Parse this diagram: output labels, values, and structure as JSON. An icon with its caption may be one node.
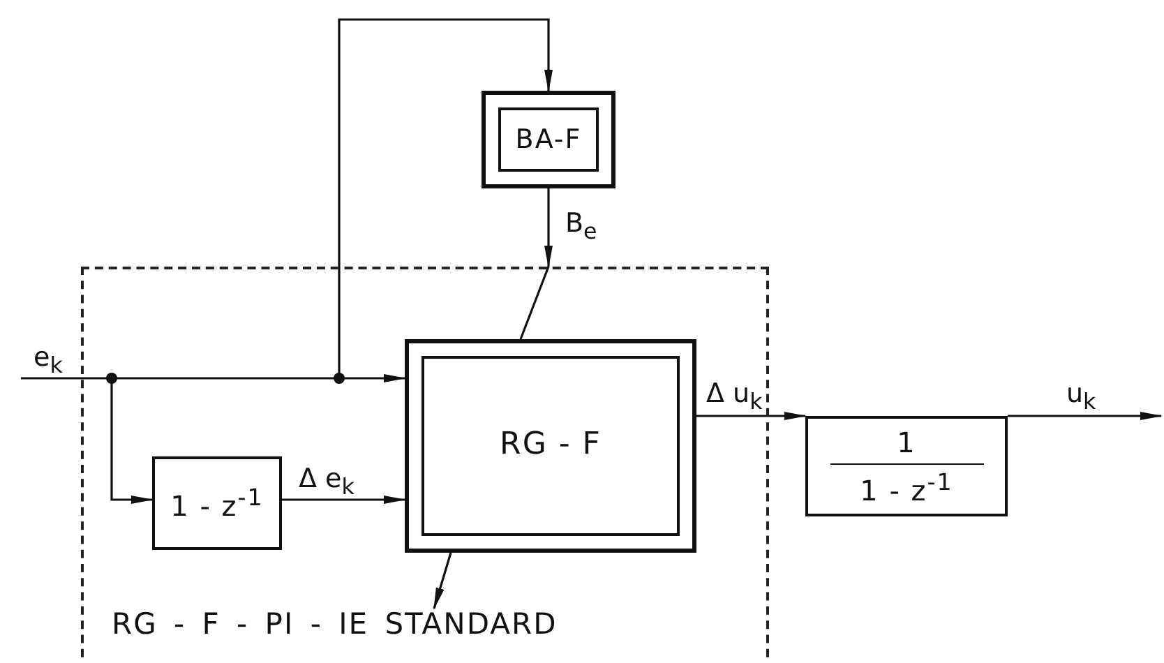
{
  "diagram": {
    "nodes": [
      {
        "text": [],
        "shape": "box"
      },
      {
        "text": [
          "BA-F"
        ]
      },
      {
        "text": [
          "RG - F"
        ],
        "in": 0
      },
      {
        "text": [
          "1 - z$^{-1}$"
        ],
        "in": 0
      },
      {
        "text": [
          "1",
          "1 - z$^{-1}$"
        ]
      },
      {
        "text": [
          "RG - F - PI - IE STANDARD"
        ],
        "in": 0
      }
    ],
    "edges": [
      {
        "from": null,
        "to": 2,
        "arrow": "to",
        "label": "e$_{k}$"
      },
      {
        "from": null,
        "to": 3,
        "arrow": "to"
      },
      {
        "from": null,
        "to": 1,
        "arrow": "to"
      },
      {
        "from": 3,
        "to": 2,
        "arrow": "to",
        "label": "Δ e$_{k}$"
      },
      {
        "from": 1,
        "to": 0,
        "arrow": "to",
        "label": "B$_{e}$"
      },
      {
        "from": 0,
        "to": 2,
        "arrow": "none"
      },
      {
        "from": 2,
        "to": 5,
        "arrow": "to"
      },
      {
        "from": 2,
        "to": 4,
        "arrow": "to",
        "label": "Δ u$_{k}$"
      },
      {
        "from": 4,
        "to": null,
        "arrow": "to",
        "label": "u$_{k}$"
      }
    ]
  }
}
